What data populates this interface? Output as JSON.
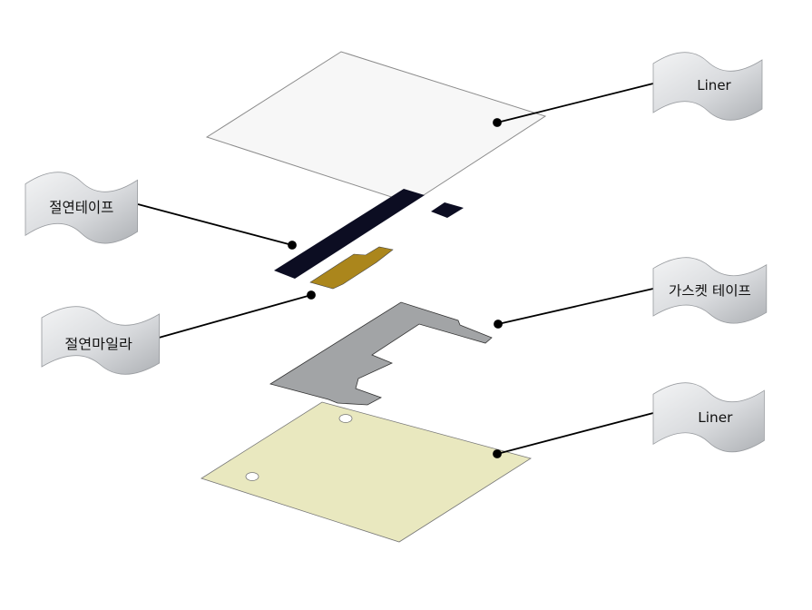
{
  "labels": {
    "liner_top": "Liner",
    "insulation_tape": "절연테이프",
    "insulation_mylar": "절연마일라",
    "gasket_tape": "가스켓 테이프",
    "liner_bottom": "Liner"
  },
  "colors": {
    "liner_top_fill": "#f7f7f7",
    "insulation_tape_fill": "#0c0d22",
    "insulation_mylar_fill": "#ab861c",
    "gasket_tape_fill": "#a2a4a6",
    "liner_bottom_fill": "#e9e8bf",
    "banner_light": "#eef0f2",
    "banner_dark": "#b9bcc0"
  }
}
